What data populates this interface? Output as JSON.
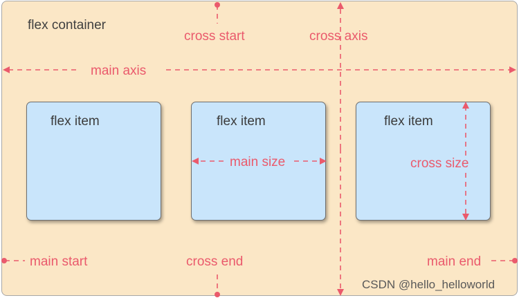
{
  "container_label": "flex container",
  "items": [
    {
      "label": "flex item"
    },
    {
      "label": "flex item"
    },
    {
      "label": "flex item"
    }
  ],
  "axes": {
    "main_axis": "main axis",
    "cross_axis": "cross axis",
    "main_start": "main start",
    "main_end": "main end",
    "cross_start": "cross start",
    "cross_end": "cross end",
    "main_size": "main size",
    "cross_size": "cross size"
  },
  "watermark": "CSDN @hello_helloworld",
  "colors": {
    "container_fill": "#fbe7c6",
    "item_fill": "#c9e5fb",
    "annotation": "#ea5a6c"
  }
}
